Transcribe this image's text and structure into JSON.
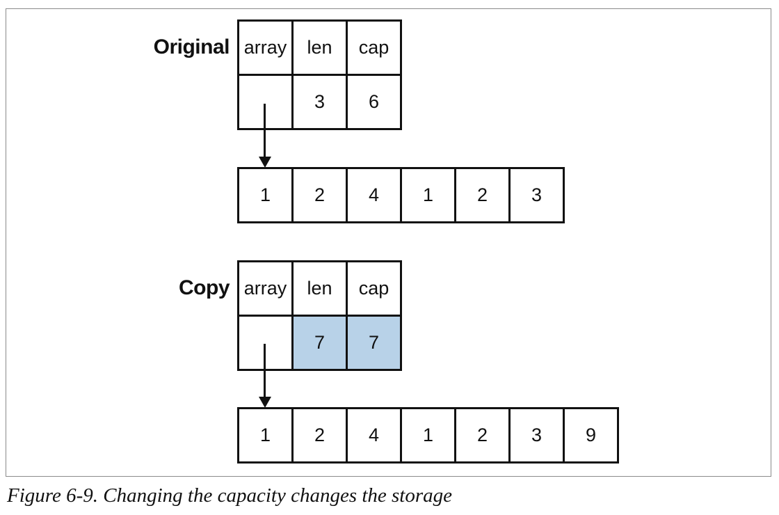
{
  "original": {
    "label": "Original",
    "header": [
      "array",
      "len",
      "cap"
    ],
    "values": [
      "",
      "3",
      "6"
    ],
    "backing_array": [
      "1",
      "2",
      "4",
      "1",
      "2",
      "3"
    ]
  },
  "copy": {
    "label": "Copy",
    "header": [
      "array",
      "len",
      "cap"
    ],
    "values": [
      "",
      "7",
      "7"
    ],
    "highlighted_values": [
      false,
      true,
      true
    ],
    "backing_array": [
      "1",
      "2",
      "4",
      "1",
      "2",
      "3",
      "9"
    ]
  },
  "colors": {
    "highlight": "#b8d2e8",
    "stroke": "#111111"
  },
  "caption": "Figure 6-9. Changing the capacity changes the storage"
}
